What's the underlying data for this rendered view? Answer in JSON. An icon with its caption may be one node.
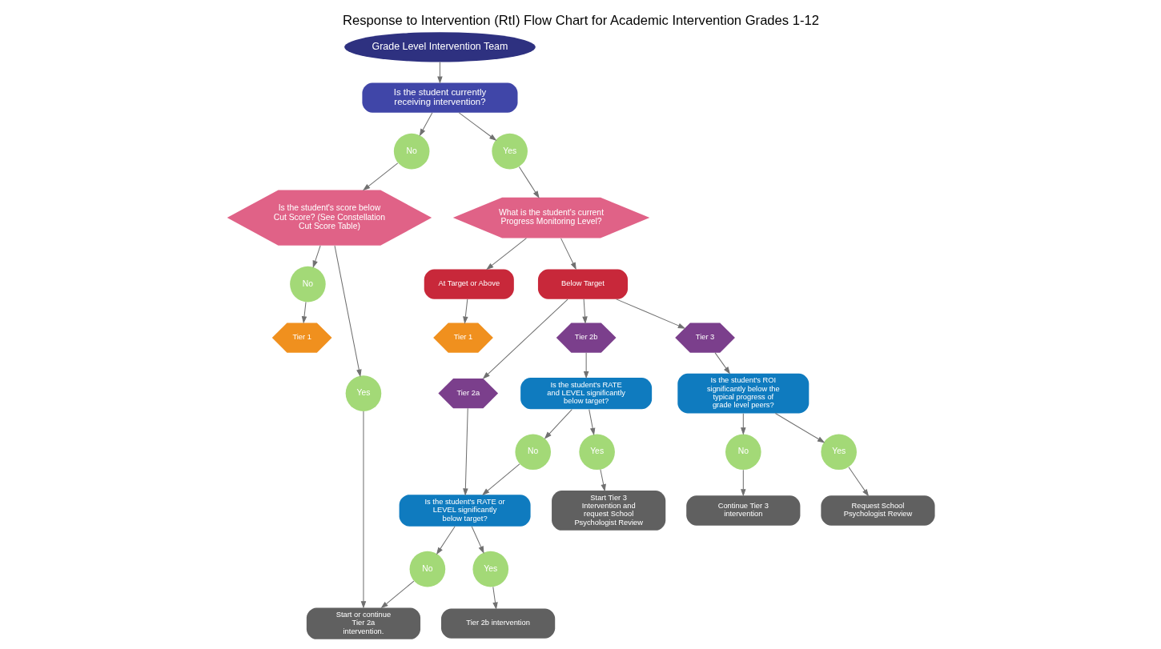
{
  "diagram": {
    "title": "Response to Intervention (RtI) Flow Chart for Academic Intervention Grades 1-12",
    "nodes": [
      {
        "text": [
          "Grade Level Intervention Team"
        ]
      },
      {
        "text": [
          "Is the student currently receiving intervention?"
        ]
      },
      {
        "text": [
          "No"
        ]
      },
      {
        "text": [
          "Yes"
        ]
      },
      {
        "text": [
          "Is the student's score below Cut Score? (See Constellation Cut Score Table)"
        ]
      },
      {
        "text": [
          "What is the student's current Progress Monitoring Level?"
        ]
      },
      {
        "text": [
          "At Target or Above"
        ]
      },
      {
        "text": [
          "Tier 1"
        ]
      },
      {
        "text": [
          "No"
        ]
      },
      {
        "text": [
          "Tier 1"
        ]
      },
      {
        "text": [
          "Below Target"
        ]
      },
      {
        "text": [
          "Yes"
        ]
      },
      {
        "text": [
          "Tier 2a"
        ]
      },
      {
        "text": [
          "Tier 2b"
        ]
      },
      {
        "text": [
          "Tier 3"
        ]
      },
      {
        "text": [
          "Is the student's RATE or LEVEL significantly below target?"
        ]
      },
      {
        "text": [
          "No"
        ]
      },
      {
        "text": [
          "Is the student's RATE and LEVEL significantly below target?"
        ]
      },
      {
        "text": [
          "Is the student's ROI significantly below the typical progress of grade level peers?"
        ]
      },
      {
        "text": [
          "No"
        ]
      },
      {
        "text": [
          "Yes"
        ]
      },
      {
        "text": [
          "Yes"
        ]
      },
      {
        "text": [
          "No"
        ]
      },
      {
        "text": [
          "Yes"
        ]
      },
      {
        "text": [
          "Start or continue Tier 2a intervention."
        ]
      },
      {
        "text": [
          "Tier 2b intervention"
        ]
      },
      {
        "text": [
          "Start Tier 3 Intervention and request School Psychologist Review"
        ]
      },
      {
        "text": [
          "Continue Tier 3 intervention"
        ]
      },
      {
        "text": [
          "Request School Psychologist Review"
        ]
      }
    ],
    "edges": [
      {
        "from": 0,
        "to": 1,
        "arrow": "to"
      },
      {
        "from": 1,
        "to": 2,
        "arrow": "to"
      },
      {
        "from": 1,
        "to": 3,
        "arrow": "to"
      },
      {
        "from": 2,
        "to": 4,
        "arrow": "to"
      },
      {
        "from": 3,
        "to": 5,
        "arrow": "to"
      },
      {
        "from": 5,
        "to": 6,
        "arrow": "to"
      },
      {
        "from": 6,
        "to": 7,
        "arrow": "to"
      },
      {
        "from": 4,
        "to": 8,
        "arrow": "to"
      },
      {
        "from": 8,
        "to": 9,
        "arrow": "to"
      },
      {
        "from": 4,
        "to": 11,
        "arrow": "to"
      },
      {
        "from": 5,
        "to": 10,
        "arrow": "to"
      },
      {
        "from": 10,
        "to": 12,
        "arrow": "to"
      },
      {
        "from": 10,
        "to": 13,
        "arrow": "to"
      },
      {
        "from": 10,
        "to": 14,
        "arrow": "to"
      },
      {
        "from": 12,
        "to": 15,
        "arrow": "to"
      },
      {
        "from": 13,
        "to": 17,
        "arrow": "to"
      },
      {
        "from": 17,
        "to": 16,
        "arrow": "to"
      },
      {
        "from": 16,
        "to": 15,
        "arrow": "to"
      },
      {
        "from": 14,
        "to": 18,
        "arrow": "to"
      },
      {
        "from": 15,
        "to": 19,
        "arrow": "to"
      },
      {
        "from": 15,
        "to": 20,
        "arrow": "to"
      },
      {
        "from": 17,
        "to": 21,
        "arrow": "to"
      },
      {
        "from": 18,
        "to": 22,
        "arrow": "to"
      },
      {
        "from": 18,
        "to": 23,
        "arrow": "to"
      },
      {
        "from": 11,
        "to": 24,
        "arrow": "to"
      },
      {
        "from": 19,
        "to": 24,
        "arrow": "to"
      },
      {
        "from": 20,
        "to": 25,
        "arrow": "to"
      },
      {
        "from": 21,
        "to": 26,
        "arrow": "to"
      },
      {
        "from": 22,
        "to": 27,
        "arrow": "to"
      },
      {
        "from": 23,
        "to": 28,
        "arrow": "to"
      }
    ]
  }
}
